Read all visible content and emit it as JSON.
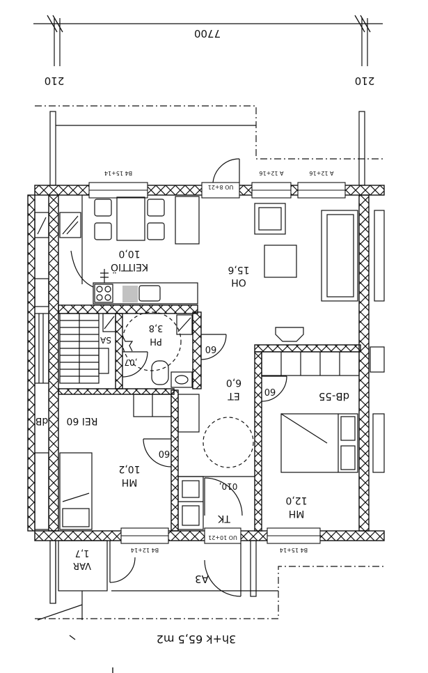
{
  "dimensions": {
    "top_width": "7700",
    "left_offset": "210",
    "right_offset": "210"
  },
  "rooms": {
    "kitchen": {
      "name": "KEITTIÖ",
      "area": "10,0"
    },
    "living": {
      "name": "OH",
      "area": "15,6"
    },
    "bathroom": {
      "name": "PH",
      "area": "3,8"
    },
    "hall": {
      "name": "ET",
      "area": "6,0"
    },
    "bedroom_left": {
      "name": "MH",
      "area": "10,2"
    },
    "bedroom_right": {
      "name": "MH",
      "area": "12,0"
    },
    "storage": {
      "name": "VAR",
      "area": "1,7"
    },
    "balcony": {
      "name": "A3"
    },
    "wardrobe": {
      "name": "TK"
    }
  },
  "labels": {
    "sa": "SA",
    "pa": ",07",
    "rei": "REI 60",
    "db_55": "dB-55",
    "db_left": "dB",
    "clearance_60": "60",
    "tk_door": "010,"
  },
  "windows": {
    "top_left": "B4 15+14",
    "top_door": "UO 8+21",
    "top_mid": "A 12+16",
    "top_right": "A 12+16",
    "bottom_left": "B4 12+14",
    "bottom_door": "UO 10+21",
    "bottom_right": "B4 15+14"
  },
  "summary": "3h+k 65,5 m2"
}
